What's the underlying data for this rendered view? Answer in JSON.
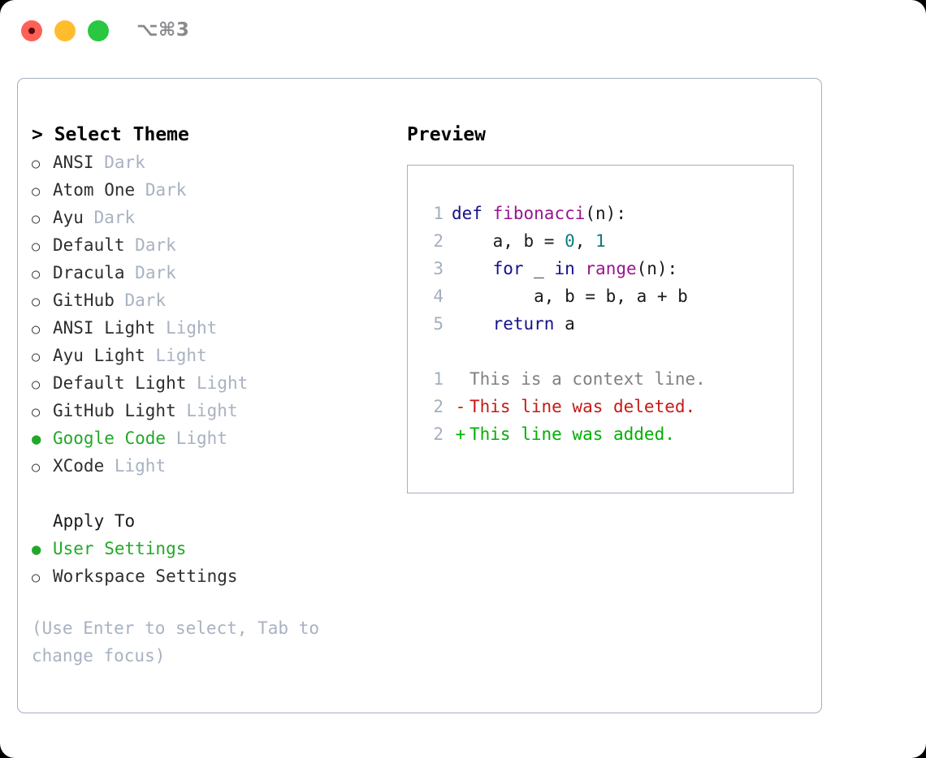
{
  "window": {
    "shortcut": "⌥⌘3",
    "traffic_lights": [
      "close-red",
      "minimize-yellow",
      "zoom-green"
    ]
  },
  "left": {
    "title": "> Select Theme",
    "themes": [
      {
        "name": "ANSI",
        "category": "Dark",
        "selected": false,
        "bullet": "○"
      },
      {
        "name": "Atom One",
        "category": "Dark",
        "selected": false,
        "bullet": "○"
      },
      {
        "name": "Ayu",
        "category": "Dark",
        "selected": false,
        "bullet": "○"
      },
      {
        "name": "Default",
        "category": "Dark",
        "selected": false,
        "bullet": "○"
      },
      {
        "name": "Dracula",
        "category": "Dark",
        "selected": false,
        "bullet": "○"
      },
      {
        "name": "GitHub",
        "category": "Dark",
        "selected": false,
        "bullet": "○"
      },
      {
        "name": "ANSI Light",
        "category": "Light",
        "selected": false,
        "bullet": "○"
      },
      {
        "name": "Ayu Light",
        "category": "Light",
        "selected": false,
        "bullet": "○"
      },
      {
        "name": "Default Light",
        "category": "Light",
        "selected": false,
        "bullet": "○"
      },
      {
        "name": "GitHub Light",
        "category": "Light",
        "selected": false,
        "bullet": "○"
      },
      {
        "name": "Google Code",
        "category": "Light",
        "selected": true,
        "bullet": "●"
      },
      {
        "name": "XCode",
        "category": "Light",
        "selected": false,
        "bullet": "○"
      }
    ],
    "apply_to": {
      "label": "Apply To",
      "options": [
        {
          "name": "User Settings",
          "selected": true,
          "bullet": "●"
        },
        {
          "name": "Workspace Settings",
          "selected": false,
          "bullet": "○"
        }
      ]
    },
    "hint": "(Use Enter to select, Tab to change focus)"
  },
  "right": {
    "title": "Preview",
    "code_lines": [
      {
        "num": "1",
        "marker": "",
        "kind": "code",
        "tokens": [
          {
            "t": "def",
            "c": "t-kw"
          },
          {
            "t": " ",
            "c": "t-pl"
          },
          {
            "t": "fibonacci",
            "c": "t-fn"
          },
          {
            "t": "(n):",
            "c": "t-pl"
          }
        ]
      },
      {
        "num": "2",
        "marker": "",
        "kind": "code",
        "tokens": [
          {
            "t": "    a, b = ",
            "c": "t-pl"
          },
          {
            "t": "0",
            "c": "t-num"
          },
          {
            "t": ", ",
            "c": "t-pl"
          },
          {
            "t": "1",
            "c": "t-num"
          }
        ]
      },
      {
        "num": "3",
        "marker": "",
        "kind": "code",
        "tokens": [
          {
            "t": "    ",
            "c": "t-pl"
          },
          {
            "t": "for",
            "c": "t-kw"
          },
          {
            "t": " _ ",
            "c": "t-pl"
          },
          {
            "t": "in",
            "c": "t-kw"
          },
          {
            "t": " ",
            "c": "t-pl"
          },
          {
            "t": "range",
            "c": "t-fn"
          },
          {
            "t": "(n):",
            "c": "t-pl"
          }
        ]
      },
      {
        "num": "4",
        "marker": "",
        "kind": "code",
        "tokens": [
          {
            "t": "        a, b = b, a + b",
            "c": "t-pl"
          }
        ]
      },
      {
        "num": "5",
        "marker": "",
        "kind": "code",
        "tokens": [
          {
            "t": "    ",
            "c": "t-pl"
          },
          {
            "t": "return",
            "c": "t-kw"
          },
          {
            "t": " a",
            "c": "t-pl"
          }
        ]
      },
      {
        "num": "",
        "marker": "",
        "kind": "blank",
        "tokens": []
      },
      {
        "num": "1",
        "marker": " ",
        "kind": "context",
        "marker_class": "m-ctx",
        "tokens": [
          {
            "t": "This is a context line.",
            "c": "t-ctx"
          }
        ]
      },
      {
        "num": "2",
        "marker": "-",
        "kind": "deleted",
        "marker_class": "m-del",
        "tokens": [
          {
            "t": "This line was deleted.",
            "c": "t-del"
          }
        ]
      },
      {
        "num": "2",
        "marker": "+",
        "kind": "added",
        "marker_class": "m-add",
        "tokens": [
          {
            "t": "This line was added.",
            "c": "t-add"
          }
        ]
      }
    ]
  },
  "colors": {
    "accent_green": "#22a828",
    "border": "#a4afbe",
    "muted": "#a8b2c1",
    "keyword": "#14118c",
    "function": "#99158f",
    "number": "#0e7c7b",
    "diff_deleted": "#c41a16",
    "diff_added": "#00b000",
    "diff_context": "#808080"
  }
}
